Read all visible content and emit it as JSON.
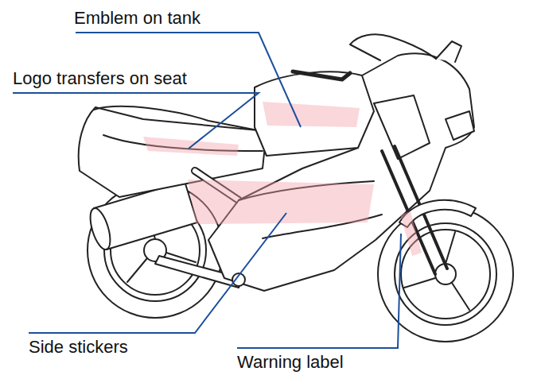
{
  "diagram": {
    "labels": [
      "Emblem on tank",
      "Logo transfers on seat",
      "Side stickers",
      "Warning label"
    ]
  }
}
